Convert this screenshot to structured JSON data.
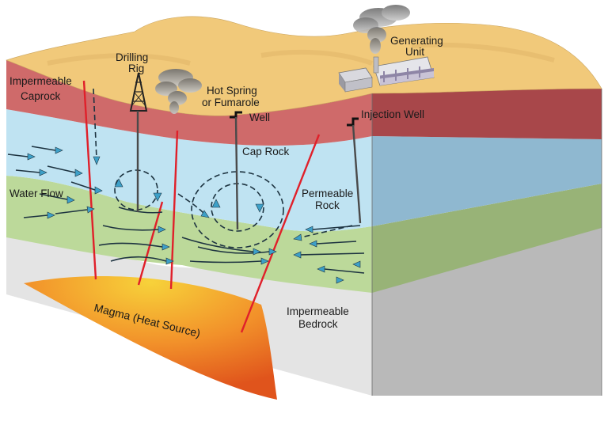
{
  "labels": {
    "drilling_rig": [
      "Drilling",
      "Rig"
    ],
    "hot_spring": [
      "Hot Spring",
      "or Fumarole"
    ],
    "well": "Well",
    "generating_unit": [
      "Generating",
      "Unit"
    ],
    "injection_well": "Injection Well",
    "impermeable_caprock": [
      "Impermeable",
      "Caprock"
    ],
    "cap_rock": "Cap Rock",
    "permeable_rock": [
      "Permeable",
      "Rock"
    ],
    "water_flow": "Water Flow",
    "magma": "Magma (Heat Source)",
    "impermeable_bedrock": [
      "Impermeable",
      "Bedrock"
    ]
  },
  "colors": {
    "sand": "#f1c97a",
    "caprock": "#cf6a6a",
    "caprock_dark": "#a8474a",
    "water": "#bfe3f2",
    "water_dark": "#8fb8d0",
    "permeable": "#bcd99a",
    "permeable_dark": "#98b377",
    "bedrock": "#e4e4e4",
    "bedrock_dark": "#b9b9b9",
    "magma_core": "#f6c21c",
    "magma_edge": "#e0541c",
    "fault": "#e0202a",
    "arrow_fill": "#3da0c8"
  }
}
